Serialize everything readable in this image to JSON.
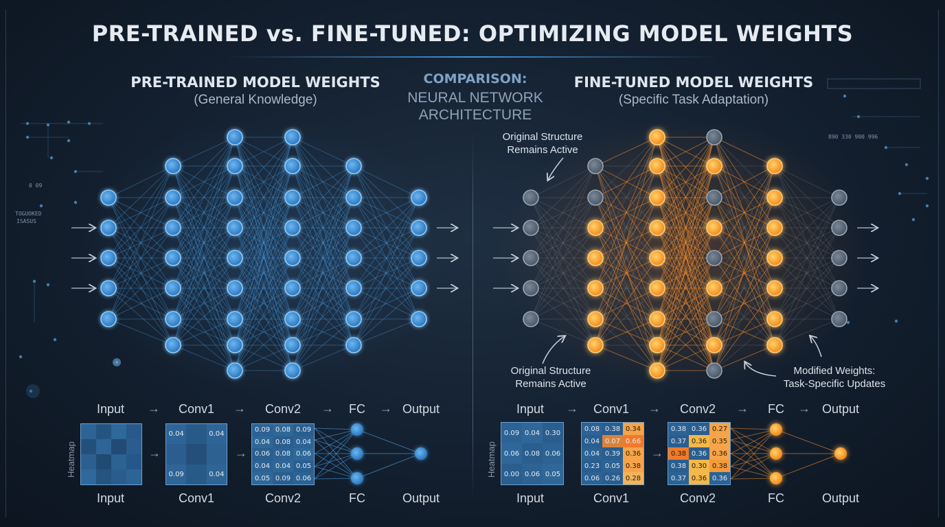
{
  "title": "PRE-TRAINED vs. FINE-TUNED: OPTIMIZING MODEL WEIGHTS",
  "left": {
    "heading": "PRE-TRAINED MODEL WEIGHTS",
    "subheading": "(General Knowledge)",
    "layers": [
      "Input",
      "Conv1",
      "Conv2",
      "FC",
      "Output"
    ],
    "mini_labels": [
      "Input",
      "Conv1",
      "Conv2",
      "FC",
      "Output"
    ],
    "heatmap_axis": "Heatmap",
    "conv1_values": [
      "0.04",
      "0.04",
      "0.09",
      "0.04"
    ],
    "conv2_values": [
      [
        "0.09",
        "0.08",
        "0.09"
      ],
      [
        "0.04",
        "0.08",
        "0.04"
      ],
      [
        "0.06",
        "0.08",
        "0.06"
      ],
      [
        "0.04",
        "0.04",
        "0.05"
      ],
      [
        "0.05",
        "0.09",
        "0.06"
      ]
    ]
  },
  "center": {
    "title": "COMPARISON:",
    "subtitle_line1": "NEURAL NETWORK",
    "subtitle_line2": "ARCHITECTURE"
  },
  "right": {
    "heading": "FINE-TUNED MODEL WEIGHTS",
    "subheading": "(Specific Task Adaptation)",
    "layers": [
      "Input",
      "Conv1",
      "Conv2",
      "FC",
      "Output"
    ],
    "mini_labels": [
      "Input",
      "Conv1",
      "Conv2",
      "FC",
      "Output"
    ],
    "heatmap_axis": "Heatmap",
    "annot_top_line1": "Original Structure",
    "annot_top_line2": "Remains Active",
    "annot_bottom_line1": "Original Structure",
    "annot_bottom_line2": "Remains Active",
    "annot_modified_line1": "Modified Weights:",
    "annot_modified_line2": "Task-Specific Updates",
    "input_values": [
      [
        "0.09",
        "0.04",
        "0.30"
      ],
      [
        "0.06",
        "0.08",
        "0.06"
      ],
      [
        "0.00",
        "0.06",
        "0.05"
      ]
    ],
    "conv1_values": [
      [
        "0.08",
        "0.38",
        "0.34"
      ],
      [
        "0.04",
        "0.07",
        "0.66"
      ],
      [
        "0.04",
        "0.39",
        "0.36"
      ],
      [
        "0.23",
        "0.05",
        "0.38"
      ],
      [
        "0.06",
        "0.26",
        "0.28"
      ]
    ],
    "conv2_values": [
      [
        "0.38",
        "0.36",
        "0.27"
      ],
      [
        "0.37",
        "0.36",
        "0.35"
      ],
      [
        "0.38",
        "0.36",
        "0.36"
      ],
      [
        "0.38",
        "0.30",
        "0.38"
      ],
      [
        "0.37",
        "0.36",
        "0.36"
      ]
    ]
  },
  "decor": {
    "left_small_line1": "TOGUOKED",
    "left_small_line2": "ISASUS",
    "left_small_digits": "0   09",
    "right_small_row": "890   330   900   996"
  },
  "colors": {
    "blue_node": "#3f8fd6",
    "blue_edge": "#4aa3ec",
    "orange_node": "#f5a623",
    "orange_edge": "#f08a2c",
    "gray_node": "#5f6f80"
  }
}
